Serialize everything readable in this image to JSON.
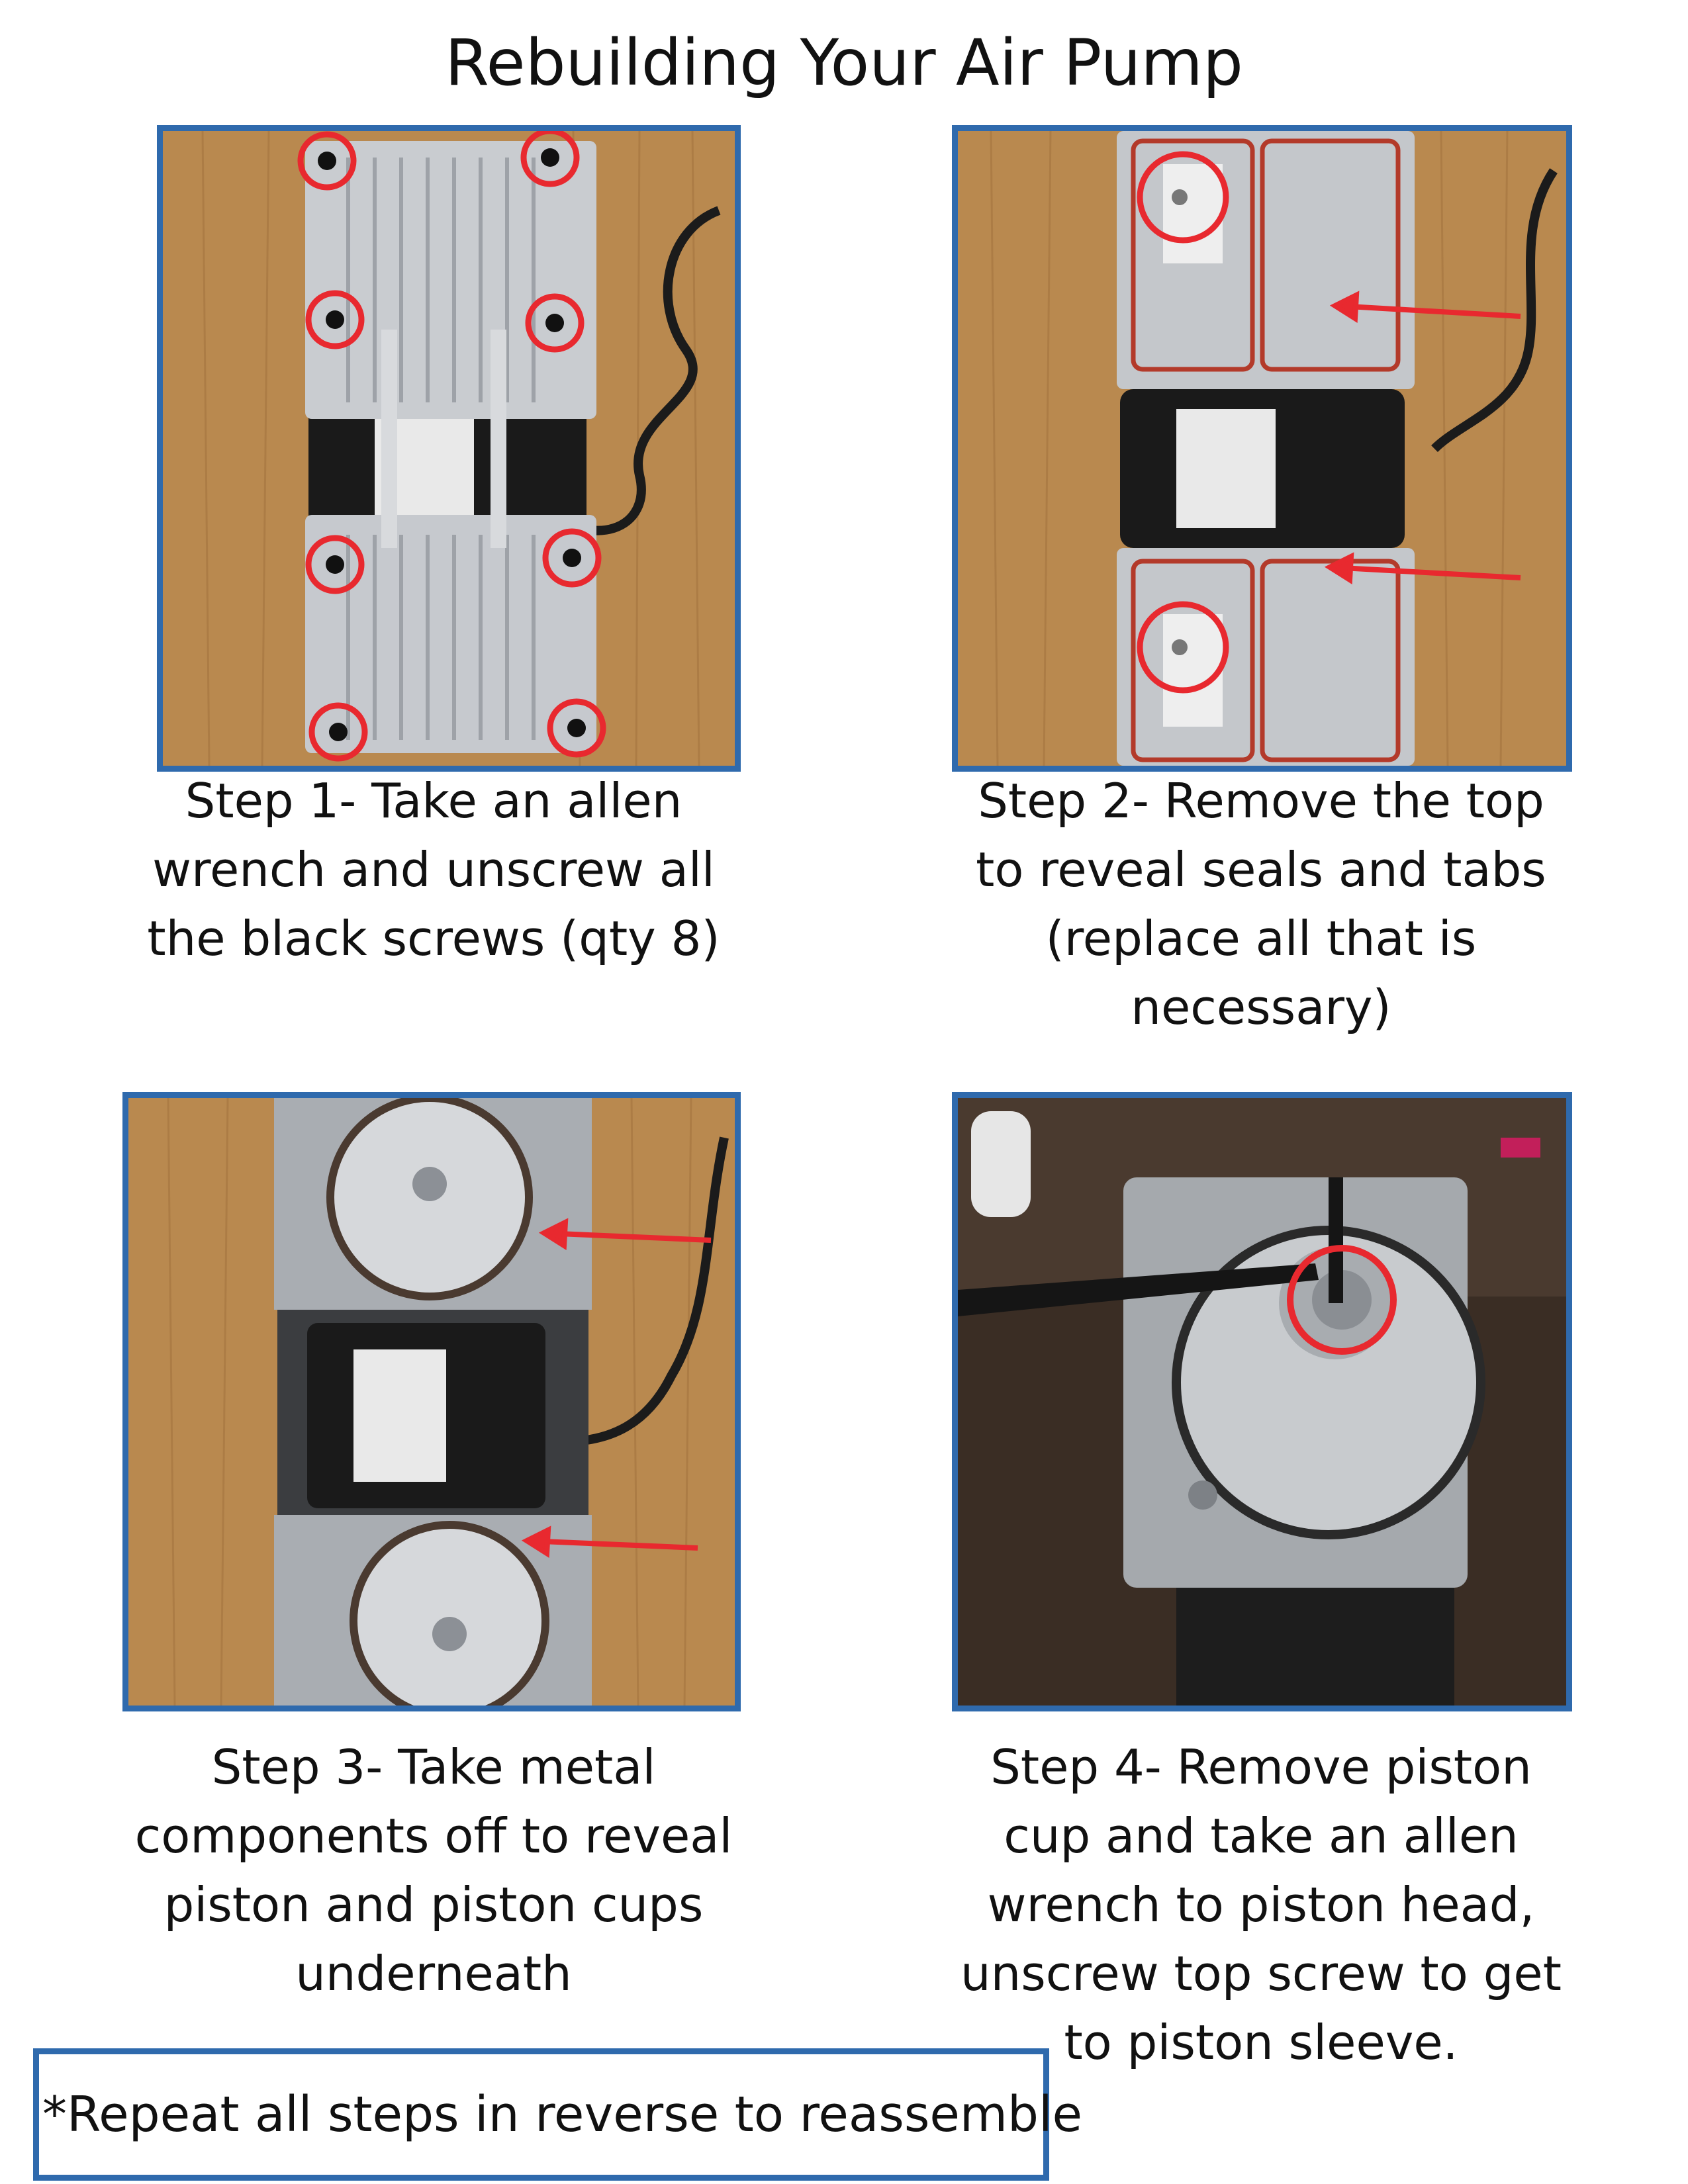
{
  "title": "Rebuilding Your Air Pump",
  "colors": {
    "frame_border": "#2f6aad",
    "marker_red": "#e8292f",
    "wood": "#b9894f",
    "aluminum": "#c9ccd0"
  },
  "steps": [
    {
      "image": "step-1-photo",
      "caption_lines": [
        "Step 1- Take an allen",
        "wrench and unscrew all",
        "the black screws (qty 8)"
      ]
    },
    {
      "image": "step-2-photo",
      "caption_lines": [
        "Step 2- Remove the top",
        "to reveal seals and tabs",
        "(replace all that is",
        "necessary)"
      ]
    },
    {
      "image": "step-3-photo",
      "caption_lines": [
        "Step 3- Take metal",
        "components off to reveal",
        "piston and piston cups",
        "underneath"
      ]
    },
    {
      "image": "step-4-photo",
      "caption_lines": [
        "Step 4- Remove piston",
        "cup and take an allen",
        "wrench to piston head,",
        "unscrew top screw to get",
        "to piston sleeve."
      ]
    }
  ],
  "note": "*Repeat all steps in reverse to reassemble"
}
